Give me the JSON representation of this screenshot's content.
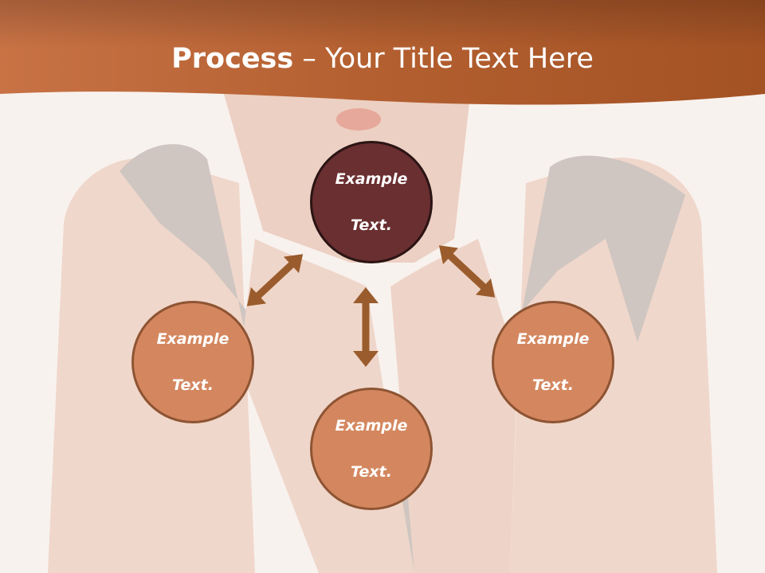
{
  "title": {
    "bold": "Process",
    "rest": " – Your Title Text Here"
  },
  "nodes": {
    "center": {
      "line1": "Example",
      "line2": "Text."
    },
    "left": {
      "line1": "Example",
      "line2": "Text."
    },
    "bottom": {
      "line1": "Example",
      "line2": "Text."
    },
    "right": {
      "line1": "Example",
      "line2": "Text."
    }
  },
  "colors": {
    "banner": "#b8622f",
    "center_fill": "#6a2f31",
    "outer_fill": "#d4875f",
    "arrow": "#9a5c2c"
  }
}
